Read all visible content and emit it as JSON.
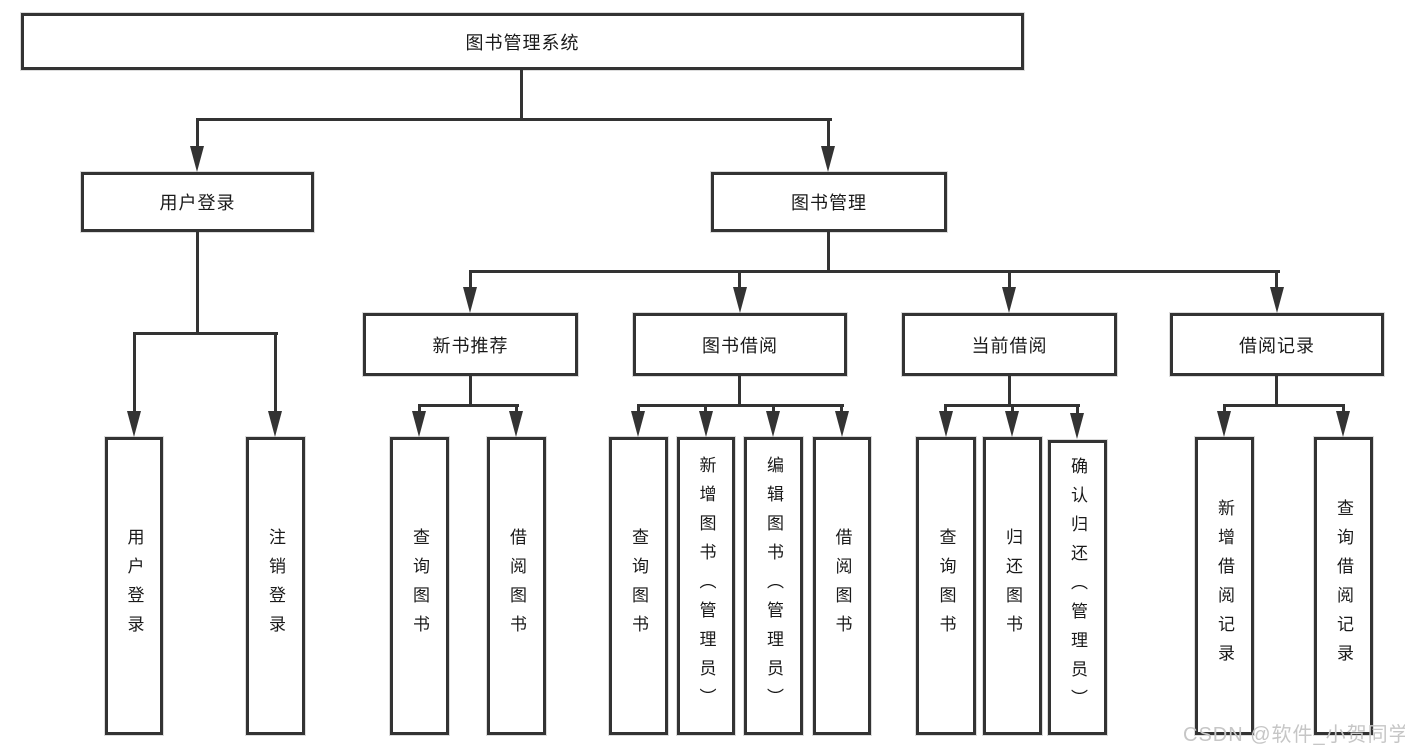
{
  "diagram_type": "hierarchy-tree",
  "tree": {
    "label": "图书管理系统",
    "children": [
      {
        "label": "用户登录",
        "children": [
          {
            "label": "用户登录"
          },
          {
            "label": "注销登录"
          }
        ]
      },
      {
        "label": "图书管理",
        "children": [
          {
            "label": "新书推荐",
            "children": [
              {
                "label": "查询图书"
              },
              {
                "label": "借阅图书"
              }
            ]
          },
          {
            "label": "图书借阅",
            "children": [
              {
                "label": "查询图书"
              },
              {
                "label": "新增图书（管理员）"
              },
              {
                "label": "编辑图书（管理员）"
              },
              {
                "label": "借阅图书"
              }
            ]
          },
          {
            "label": "当前借阅",
            "children": [
              {
                "label": "查询图书"
              },
              {
                "label": "归还图书"
              },
              {
                "label": "确认归还（管理员）"
              }
            ]
          },
          {
            "label": "借阅记录",
            "children": [
              {
                "label": "新增借阅记录"
              },
              {
                "label": "查询借阅记录"
              }
            ]
          }
        ]
      }
    ]
  },
  "watermark": {
    "text": "CSDN @软件_小贺同学"
  },
  "colors": {
    "line": "#333333",
    "node_border": "#333333",
    "text": "#1a1a1a",
    "watermark": "#c6c6c6",
    "background": "#ffffff"
  }
}
